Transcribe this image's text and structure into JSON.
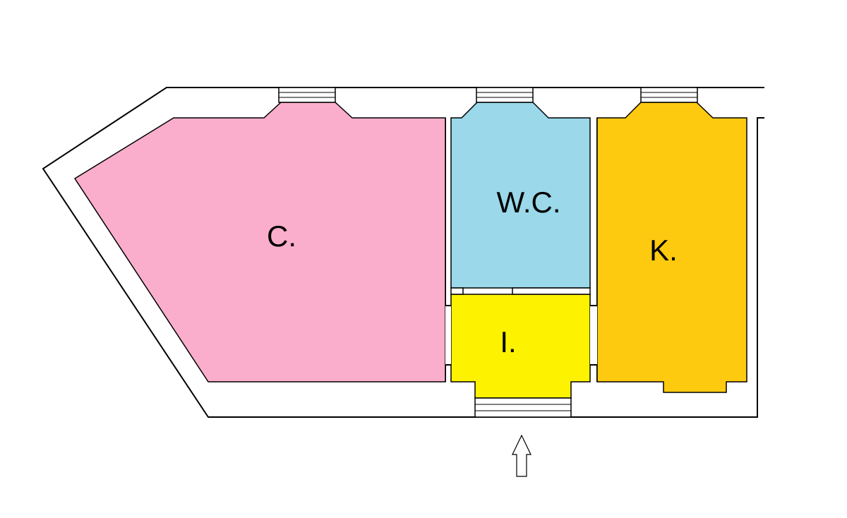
{
  "rooms": [
    {
      "id": "c",
      "label": "C.",
      "color": "#FBAECB"
    },
    {
      "id": "wc",
      "label": "W.C.",
      "color": "#9AD8EA"
    },
    {
      "id": "k",
      "label": "K.",
      "color": "#FECA10"
    },
    {
      "id": "i",
      "label": "I.",
      "color": "#FDF200"
    }
  ],
  "entrance": {
    "icon": "arrow-up-icon"
  },
  "colors": {
    "wall": "#000000",
    "background": "#ffffff"
  }
}
